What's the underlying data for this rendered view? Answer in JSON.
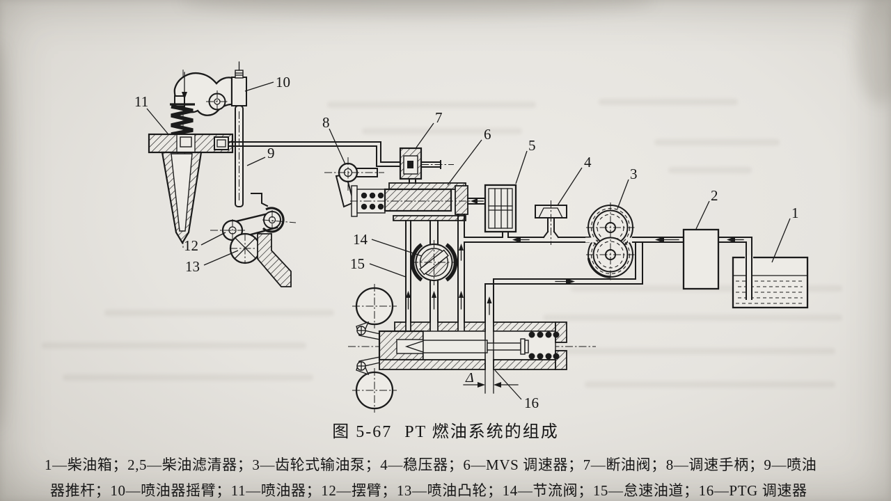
{
  "figure": {
    "caption_number": "图 5-67",
    "caption_title": "PT 燃油系统的组成"
  },
  "legend": {
    "line1": "1—柴油箱；2,5—柴油滤清器；3—齿轮式输油泵；4—稳压器；6—MVS 调速器；7—断油阀；8—调速手柄；9—喷油",
    "line2": "器推杆；10—喷油器摇臂；11—喷油器；12—摆臂；13—喷油凸轮；14—节流阀；15—怠速油道；16—PTG 调速器",
    "entries": [
      {
        "key": "1",
        "name": "柴油箱"
      },
      {
        "key": "2,5",
        "name": "柴油滤清器"
      },
      {
        "key": "3",
        "name": "齿轮式输油泵"
      },
      {
        "key": "4",
        "name": "稳压器"
      },
      {
        "key": "6",
        "name": "MVS 调速器"
      },
      {
        "key": "7",
        "name": "断油阀"
      },
      {
        "key": "8",
        "name": "调速手柄"
      },
      {
        "key": "9",
        "name": "喷油器推杆"
      },
      {
        "key": "10",
        "name": "喷油器摇臂"
      },
      {
        "key": "11",
        "name": "喷油器"
      },
      {
        "key": "12",
        "name": "摆臂"
      },
      {
        "key": "13",
        "name": "喷油凸轮"
      },
      {
        "key": "14",
        "name": "节流阀"
      },
      {
        "key": "15",
        "name": "怠速油道"
      },
      {
        "key": "16",
        "name": "PTG 调速器"
      }
    ]
  },
  "labels": {
    "n1": "1",
    "n2": "2",
    "n3": "3",
    "n4": "4",
    "n5": "5",
    "n6": "6",
    "n7": "7",
    "n8": "8",
    "n9": "9",
    "n10": "10",
    "n11": "11",
    "n12": "12",
    "n13": "13",
    "n14": "14",
    "n15": "15",
    "n16": "16",
    "delta": "Δ"
  },
  "colors": {
    "ink": "#1b1b1b",
    "paper": "#e8e6e1"
  }
}
